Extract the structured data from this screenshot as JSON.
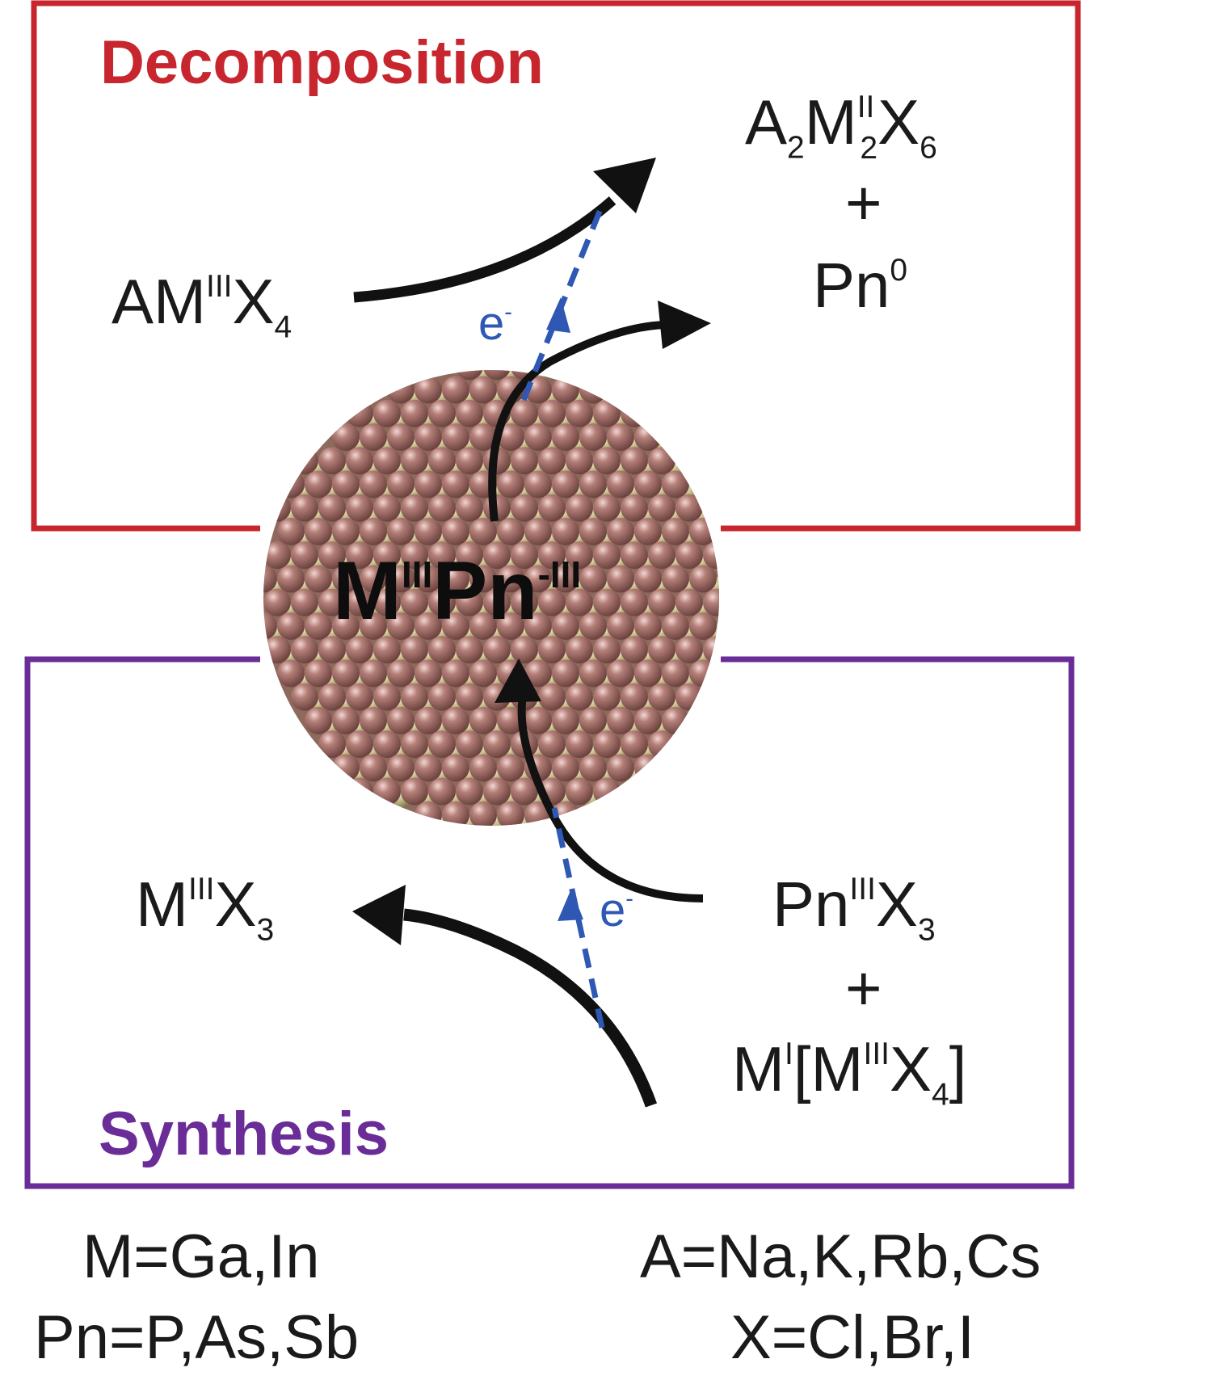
{
  "decomposition": {
    "title": "Decomposition",
    "reactant": {
      "base": "AM",
      "sup": "III",
      "base2": "X",
      "sub": "4"
    },
    "product1": {
      "a": "A",
      "a_sub": "2",
      "m": "M",
      "m_sup": "II",
      "m_sub": "2",
      "x": "X",
      "x_sub": "6"
    },
    "plus": "+",
    "product2": {
      "base": "Pn",
      "sup": "0"
    },
    "electron": {
      "base": "e",
      "sup": "-"
    }
  },
  "center": {
    "base1": "M",
    "sup1": "III",
    "base2": "Pn",
    "sup2": "-III"
  },
  "synthesis": {
    "title": "Synthesis",
    "product": {
      "base": "M",
      "sup": "III",
      "base2": "X",
      "sub": "3"
    },
    "reactant1": {
      "base": "Pn",
      "sup": "III",
      "base2": "X",
      "sub": "3"
    },
    "plus": "+",
    "reactant2": {
      "m1": "M",
      "m1_sup": "I",
      "bracket_open": "[",
      "m2": "M",
      "m2_sup": "III",
      "x": "X",
      "x_sub": "4",
      "bracket_close": "]"
    },
    "electron": {
      "base": "e",
      "sup": "-"
    }
  },
  "legend": {
    "m": "M=Ga,In",
    "pn": "Pn=P,As,Sb",
    "a": "A=Na,K,Rb,Cs",
    "x": "X=Cl,Br,I"
  },
  "colors": {
    "decomposition_box": "#c8262f",
    "synthesis_box": "#6a2c96",
    "electron_path": "#2e58b3",
    "arrow": "#111111",
    "atom_large": "#a9766f",
    "atom_small": "#c9c28c"
  }
}
